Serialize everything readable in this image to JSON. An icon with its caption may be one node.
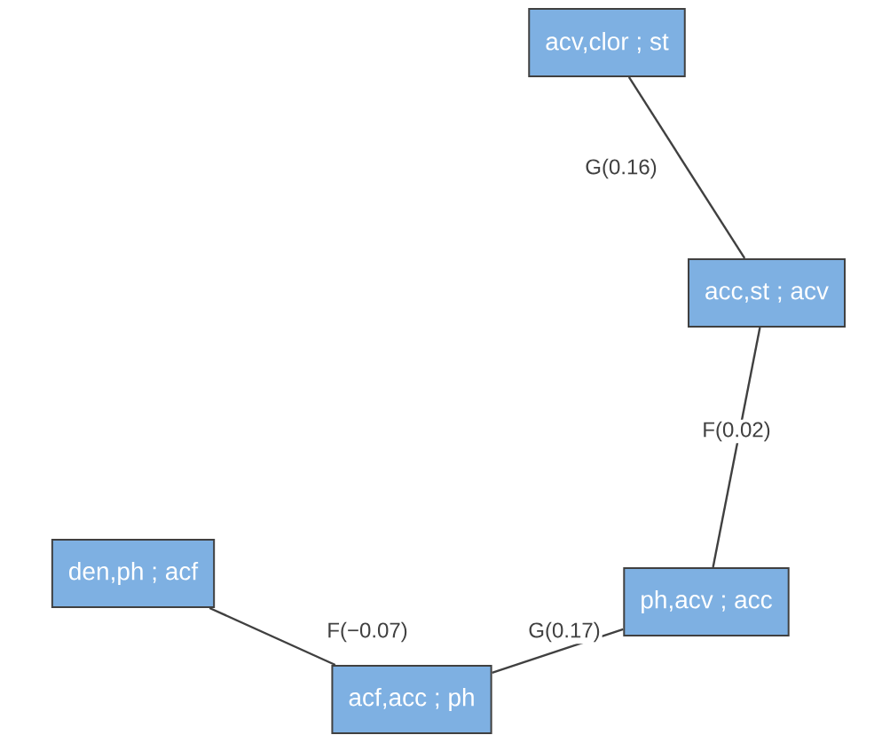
{
  "diagram": {
    "nodes": [
      {
        "text": [
          "acv,clor ; st"
        ]
      },
      {
        "text": [
          "acc,st ; acv"
        ]
      },
      {
        "text": [
          "ph,acv ; acc"
        ]
      },
      {
        "text": [
          "den,ph ; acf"
        ]
      },
      {
        "text": [
          "acf,acc ; ph"
        ]
      }
    ],
    "edges": [
      {
        "from": 0,
        "to": 1,
        "arrow": "none",
        "label": "G(0.16)"
      },
      {
        "from": 1,
        "to": 2,
        "arrow": "none",
        "label": "F(0.02)"
      },
      {
        "from": 3,
        "to": 4,
        "arrow": "none",
        "label": "F(−0.07)"
      },
      {
        "from": 4,
        "to": 2,
        "arrow": "none",
        "label": "G(0.17)"
      }
    ]
  }
}
